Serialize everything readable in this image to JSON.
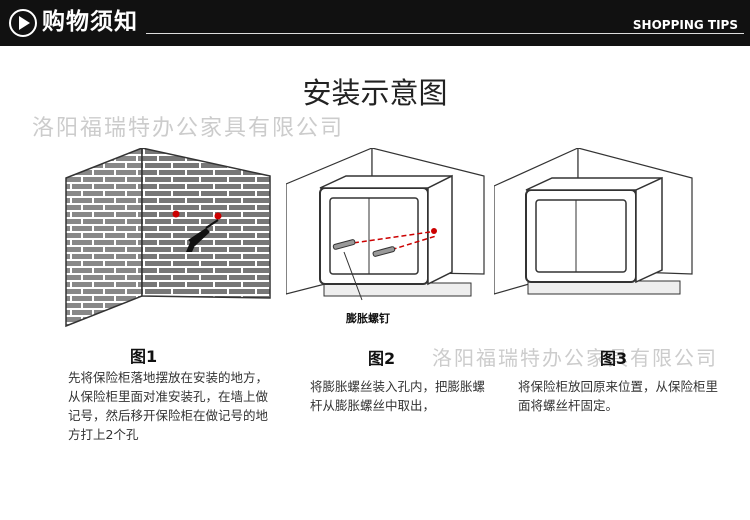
{
  "header": {
    "title": "购物须知",
    "tips": "SHOPPING TIPS"
  },
  "main": {
    "title": "安装示意图",
    "watermark": "洛阳福瑞特办公家具有限公司",
    "steps": [
      {
        "label": "图1",
        "text": "先将保险柜落地摆放在安装的地方，从保险柜里面对准安装孔，在墙上做记号，然后移开保险柜在做记号的地方打上2个孔"
      },
      {
        "label": "图2",
        "text": "将膨胀螺丝装入孔内，把膨胀螺杆从膨胀螺丝中取出，",
        "callout": "膨胀螺钉"
      },
      {
        "label": "图3",
        "text": "将保险柜放回原来位置，从保险柜里面将螺丝杆固定。"
      }
    ]
  },
  "colors": {
    "header_bg": "#111111",
    "marker": "#cc0000"
  }
}
